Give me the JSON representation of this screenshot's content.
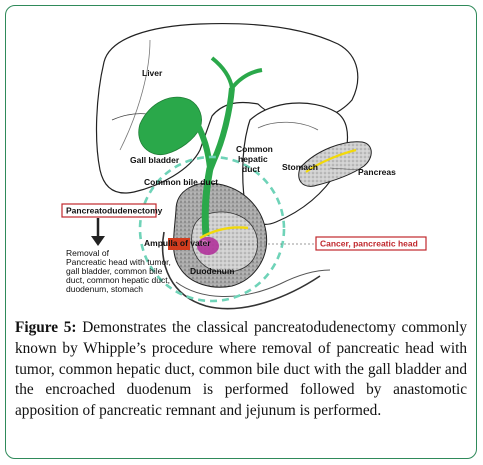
{
  "labels": {
    "liver": "Liver",
    "gall_bladder": "Gall bladder",
    "common_hepatic_duct_line1": "Common",
    "common_hepatic_duct_line2": "hepatic",
    "common_hepatic_duct_line3": "duct",
    "stomach": "Stomach",
    "pancreas": "Pancreas",
    "common_bile_duct": "Common bile duct",
    "procedure_box": "Pancreatodudenectomy",
    "ampulla": "Ampulla of vater",
    "duodenum": "Duodenum",
    "cancer_box": "Cancer, pancreatic head",
    "removal_note": [
      "Removal of",
      "Pancreatic head with tumor,",
      "gall bladder, common bile",
      "duct, common hepatic duct,",
      "duodenum, stomach"
    ]
  },
  "caption": {
    "figure_label": "Figure 5:",
    "text": "Demonstrates the classical pancreatodudenectomy commonly known by Whipple’s procedure where removal of pancreatic head with tumor, common hepatic duct, common bile duct with the gall bladder and the encroached duodenum is performed followed by anastomotic apposition of pancreatic remnant and jejunum is performed."
  },
  "colors": {
    "frame_border": "#2f8a5a",
    "bile_ducts": "#2aa84a",
    "resection_circle": "#6fd3b8",
    "tumor": "#b0329a",
    "pancreatic_duct": "#f2d90a",
    "box_border": "#c0282d",
    "ampulla_marker": "#d23c1e"
  }
}
